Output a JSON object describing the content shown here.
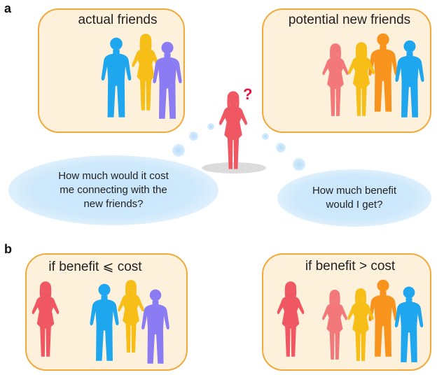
{
  "panels": {
    "a": {
      "label": "a",
      "left_box": {
        "title": "actual friends"
      },
      "right_box": {
        "title": "potential new friends"
      },
      "question_mark": "?",
      "bubble_left": {
        "lines": [
          "How much would it cost",
          "me connecting with the",
          "new friends?"
        ]
      },
      "bubble_right": {
        "lines": [
          "How much benefit",
          "would I get?"
        ]
      }
    },
    "b": {
      "label": "b",
      "left_box": {
        "title": "if benefit ⩽ cost"
      },
      "right_box": {
        "title": "if benefit > cost"
      }
    }
  },
  "colors": {
    "self": "#ef5762",
    "blue": "#1ea6ef",
    "yellow": "#f6be17",
    "purple": "#8c7cf4",
    "pink": "#f2787a",
    "orange": "#f8931d",
    "box_fill": "#fdf1dc",
    "box_border": "#f2a93b",
    "question": "#e8113a"
  }
}
